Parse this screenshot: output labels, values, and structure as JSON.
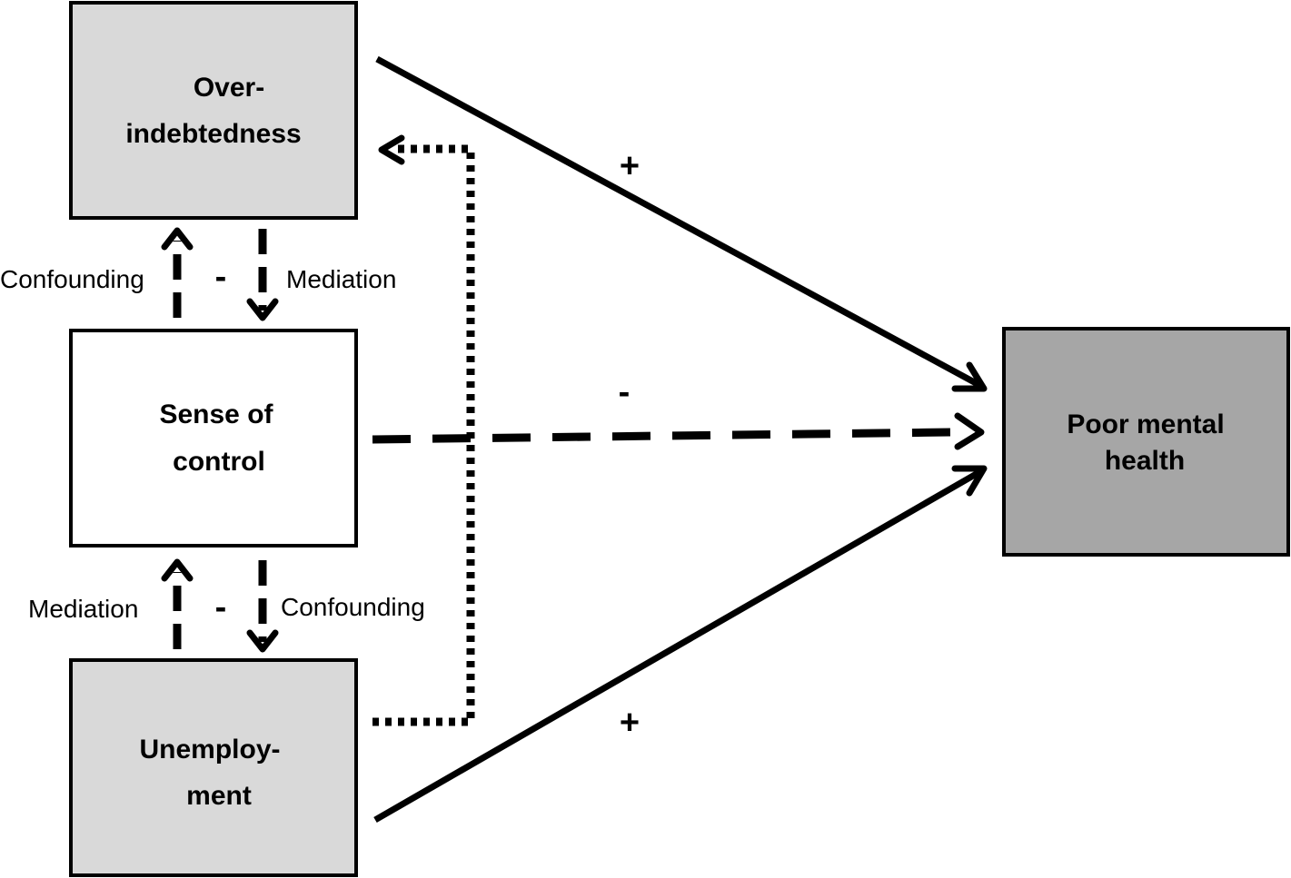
{
  "nodes": {
    "over_indebtedness": {
      "lines": [
        "Over-",
        "indebtedness"
      ],
      "fill": "#d9d9d9"
    },
    "sense_of_control": {
      "lines": [
        "Sense of",
        "control"
      ],
      "fill": "#ffffff"
    },
    "unemployment": {
      "lines": [
        "Unemploy-",
        "ment"
      ],
      "fill": "#d9d9d9"
    },
    "poor_mental_health": {
      "lines": [
        "Poor mental",
        "health"
      ],
      "fill": "#a6a6a6"
    }
  },
  "edge_labels": {
    "top_left": "Confounding",
    "top_right": "Mediation",
    "bottom_left": "Mediation",
    "bottom_right": "Confounding"
  },
  "signs": {
    "top_between": "-",
    "bottom_between": "-",
    "over_to_health": "+",
    "control_to_health": "-",
    "unemp_to_health": "+"
  },
  "colors": {
    "stroke": "#000000"
  }
}
